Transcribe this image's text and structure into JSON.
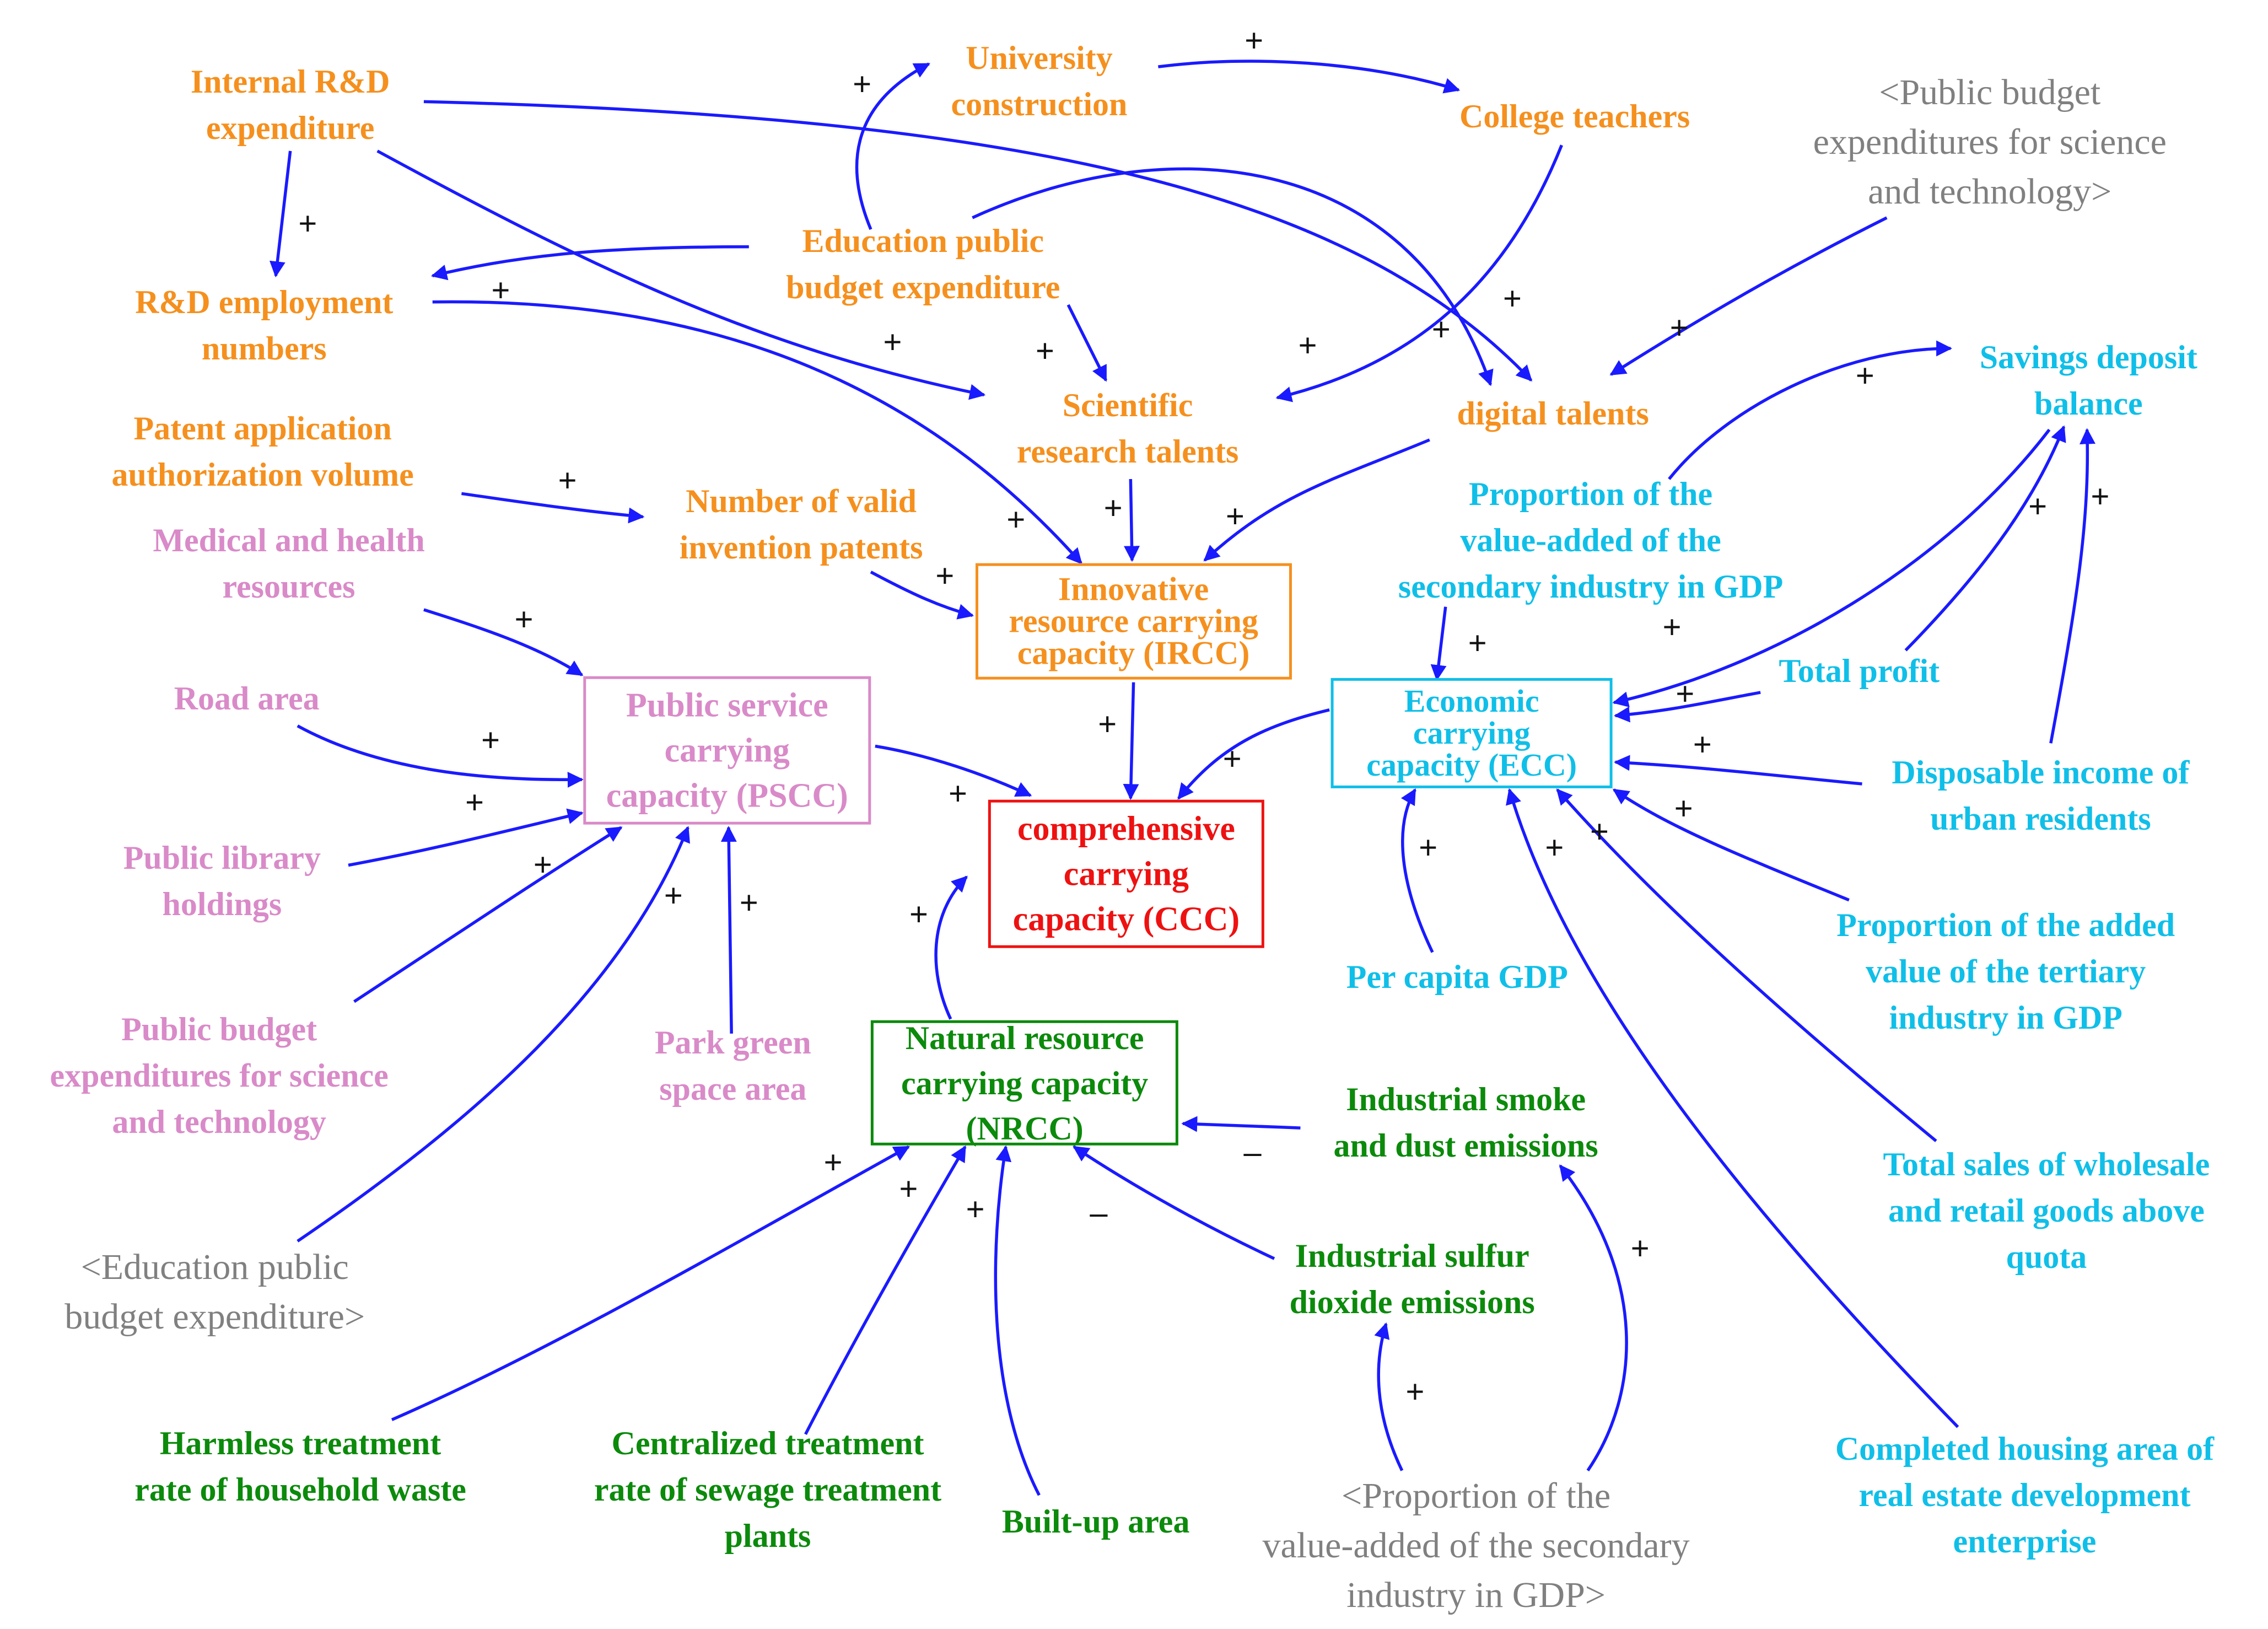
{
  "colors": {
    "innovative": "#f5901e",
    "public_service": "#d98ac8",
    "economic": "#0fbfe8",
    "natural": "#0b8a0b",
    "shadow": "#808080",
    "comprehensive": "#ee1111",
    "arrow": "#1a1aff"
  },
  "boxes": {
    "ircc": [
      "Innovative",
      "resource carrying",
      "capacity (IRCC)"
    ],
    "pscc": [
      "Public service",
      "carrying",
      "capacity (PSCC)"
    ],
    "ccc": [
      "comprehensive",
      "carrying",
      "capacity (CCC)"
    ],
    "ecc": [
      "Economic",
      "carrying",
      "capacity (ECC)"
    ],
    "nrcc": [
      "Natural resource",
      "carrying capacity",
      "(NRCC)"
    ]
  },
  "variables": {
    "internal_rd": [
      "Internal R&D",
      "expenditure"
    ],
    "university": [
      "University",
      "construction"
    ],
    "college_teachers": [
      "College teachers"
    ],
    "edu_budget": [
      "Education public",
      "budget expenditure"
    ],
    "rd_employment": [
      "R&D employment",
      "numbers"
    ],
    "sci_talents": [
      "Scientific",
      "research talents"
    ],
    "digital_talents": [
      "digital talents"
    ],
    "patent_app": [
      "Patent application",
      "authorization volume"
    ],
    "valid_patents": [
      "Number of valid",
      "invention patents"
    ],
    "medical": [
      "Medical and health",
      "resources"
    ],
    "road_area": [
      "Road area"
    ],
    "library": [
      "Public library",
      "holdings"
    ],
    "pub_budget_st": [
      "Public budget",
      "expenditures for science",
      "and technology"
    ],
    "park_green": [
      "Park green",
      "space area"
    ],
    "savings": [
      "Savings deposit",
      "balance"
    ],
    "secondary_prop": [
      "Proportion of the",
      "value-added of the",
      "secondary industry in GDP"
    ],
    "total_profit": [
      "Total profit"
    ],
    "disposable_income": [
      "Disposable income of",
      "urban residents"
    ],
    "per_capita_gdp": [
      "Per capita GDP"
    ],
    "tertiary_prop": [
      "Proportion of the added",
      "value of the tertiary",
      "industry in GDP"
    ],
    "wholesale": [
      "Total sales of wholesale",
      "and retail goods above",
      "quota"
    ],
    "housing": [
      "Completed housing area of",
      "real estate development",
      "enterprise"
    ],
    "smoke_dust": [
      "Industrial smoke",
      "and dust emissions"
    ],
    "sulfur": [
      "Industrial sulfur",
      "dioxide emissions"
    ],
    "household_waste": [
      "Harmless treatment",
      "rate of household waste"
    ],
    "sewage": [
      "Centralized treatment",
      "rate of sewage treatment",
      "plants"
    ],
    "built_up": [
      "Built-up area"
    ]
  },
  "shadow_variables": {
    "shadow_budget_st": [
      "<Public budget",
      "expenditures for science",
      "and technology>"
    ],
    "shadow_edu": [
      "<Education public",
      "budget expenditure>"
    ],
    "shadow_secondary": [
      "<Proportion of the",
      "value-added of the secondary",
      "industry in GDP>"
    ]
  },
  "polarity": {
    "positive": "+",
    "negative": "–"
  }
}
